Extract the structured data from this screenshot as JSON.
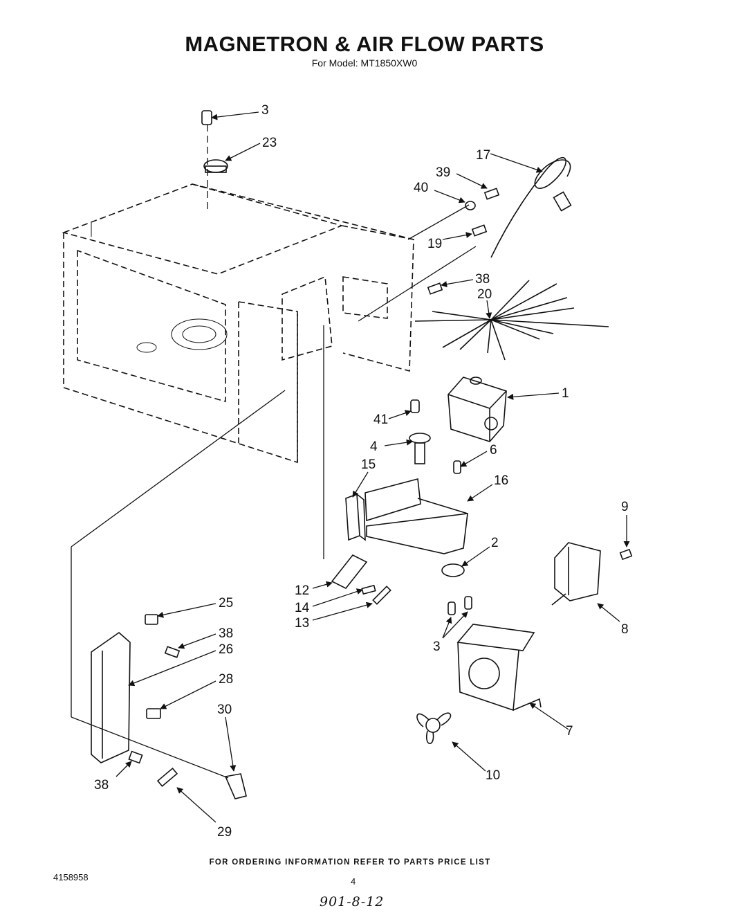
{
  "title": "MAGNETRON & AIR FLOW PARTS",
  "subtitle": "For Model: MT1850XW0",
  "footer_note": "FOR ORDERING INFORMATION REFER TO PARTS PRICE LIST",
  "doc_number": "4158958",
  "page_number": "4",
  "handwritten_note": "901-8-12",
  "callouts": [
    "3",
    "23",
    "17",
    "39",
    "40",
    "19",
    "38",
    "20",
    "1",
    "41",
    "4",
    "6",
    "15",
    "16",
    "9",
    "2",
    "8",
    "12",
    "14",
    "13",
    "3",
    "25",
    "38",
    "26",
    "28",
    "30",
    "7",
    "10",
    "38",
    "29"
  ]
}
